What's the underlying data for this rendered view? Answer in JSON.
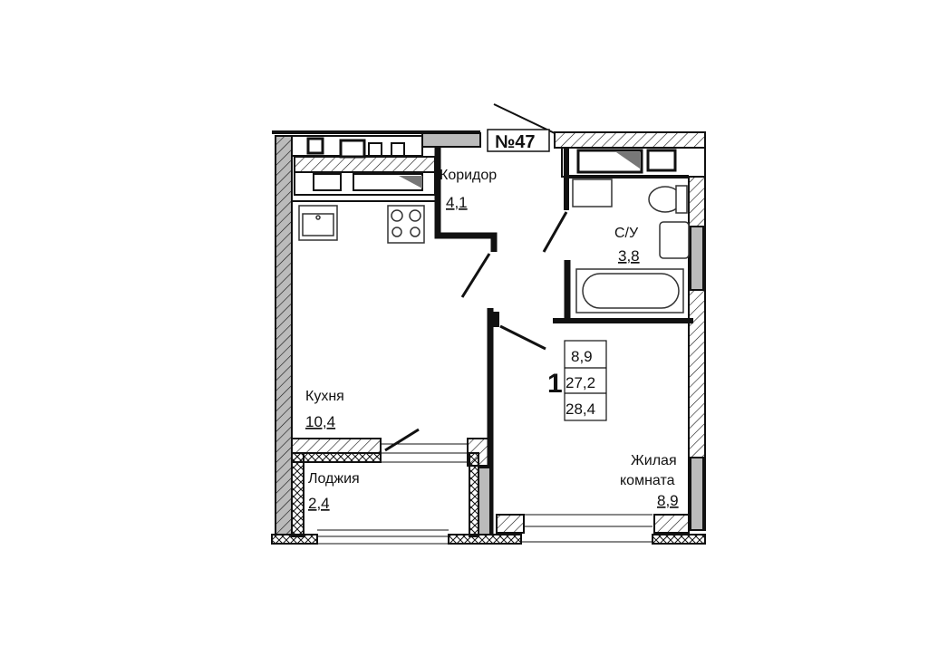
{
  "plan": {
    "unit_number": "№47",
    "rooms_count": "1",
    "summary": {
      "living_area": "8,9",
      "total_area_no_loggia": "27,2",
      "total_area": "28,4"
    },
    "rooms": [
      {
        "name": "Коридор",
        "area": "4,1"
      },
      {
        "name": "С/У",
        "area": "3,8"
      },
      {
        "name": "Кухня",
        "area": "10,4"
      },
      {
        "name": "Лоджия",
        "area": "2,4"
      },
      {
        "name_line1": "Жилая",
        "name_line2": "комната",
        "area": "8,9"
      }
    ]
  }
}
